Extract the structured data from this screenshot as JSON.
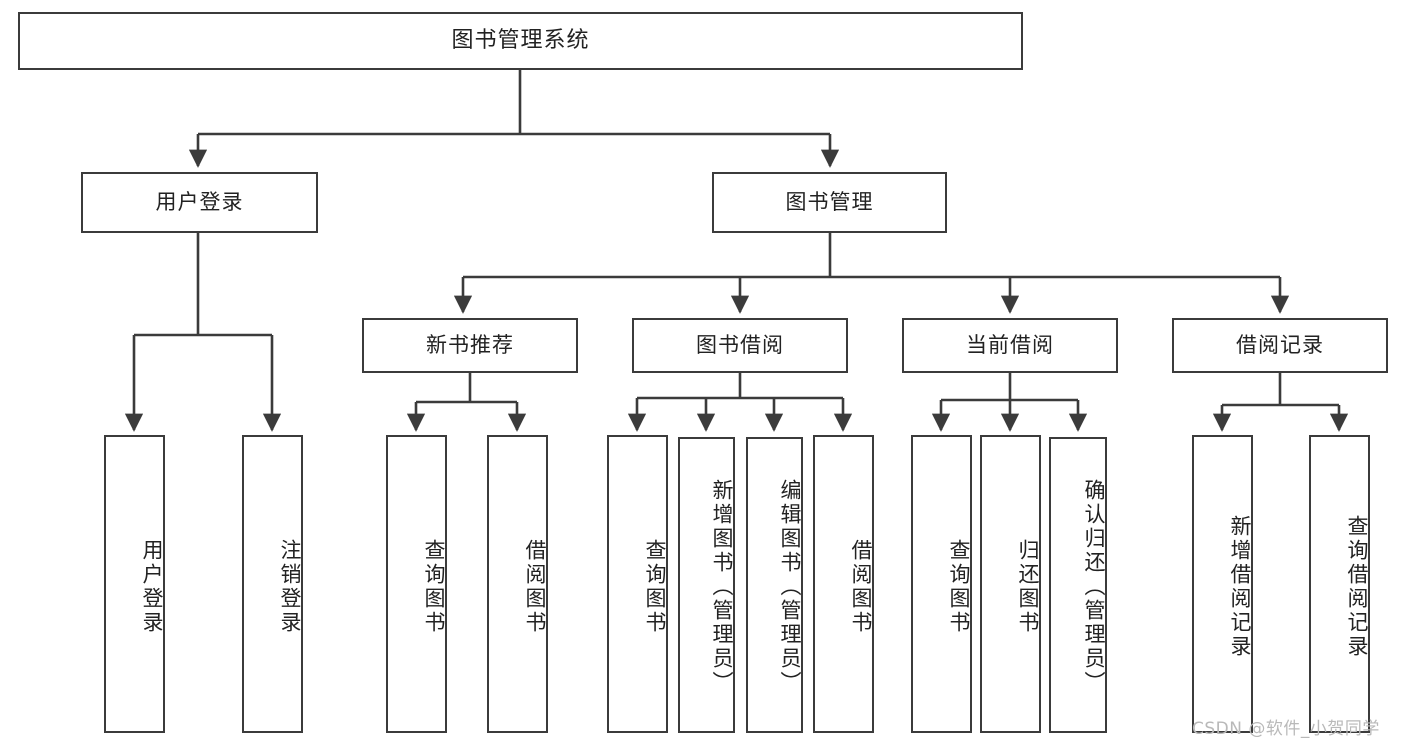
{
  "diagram": {
    "type": "tree-hierarchy-chart",
    "title": "图书管理系统",
    "colors": {
      "stroke": "#3b3b3b",
      "fill": "#ffffff",
      "text": "#222222",
      "watermark": "#b9b9b9"
    },
    "levels": {
      "root": {
        "label": "图书管理系统"
      },
      "level2": [
        {
          "id": "user-login",
          "label": "用户登录"
        },
        {
          "id": "book-manage",
          "label": "图书管理"
        }
      ],
      "level3": [
        {
          "id": "new-book-rec",
          "label": "新书推荐",
          "parent": "book-manage"
        },
        {
          "id": "book-borrow",
          "label": "图书借阅",
          "parent": "book-manage"
        },
        {
          "id": "current-borrow",
          "label": "当前借阅",
          "parent": "book-manage"
        },
        {
          "id": "borrow-record",
          "label": "借阅记录",
          "parent": "book-manage"
        }
      ],
      "leaves": [
        {
          "id": "leaf-user-login",
          "label": "用户登录",
          "parent": "user-login"
        },
        {
          "id": "leaf-logout",
          "label": "注销登录",
          "parent": "user-login"
        },
        {
          "id": "leaf-query-book-1",
          "label": "查询图书",
          "parent": "new-book-rec"
        },
        {
          "id": "leaf-borrow-book-1",
          "label": "借阅图书",
          "parent": "new-book-rec"
        },
        {
          "id": "leaf-query-book-2",
          "label": "查询图书",
          "parent": "book-borrow"
        },
        {
          "id": "leaf-add-book",
          "label": "新增图书（管理员）",
          "parent": "book-borrow"
        },
        {
          "id": "leaf-edit-book",
          "label": "编辑图书（管理员）",
          "parent": "book-borrow"
        },
        {
          "id": "leaf-borrow-book-2",
          "label": "借阅图书",
          "parent": "book-borrow"
        },
        {
          "id": "leaf-query-book-3",
          "label": "查询图书",
          "parent": "current-borrow"
        },
        {
          "id": "leaf-return-book",
          "label": "归还图书",
          "parent": "current-borrow"
        },
        {
          "id": "leaf-confirm-return",
          "label": "确认归还（管理员）",
          "parent": "current-borrow"
        },
        {
          "id": "leaf-add-record",
          "label": "新增借阅记录",
          "parent": "borrow-record"
        },
        {
          "id": "leaf-query-record",
          "label": "查询借阅记录",
          "parent": "borrow-record"
        }
      ]
    },
    "watermark": "CSDN @软件_小贺同学"
  }
}
